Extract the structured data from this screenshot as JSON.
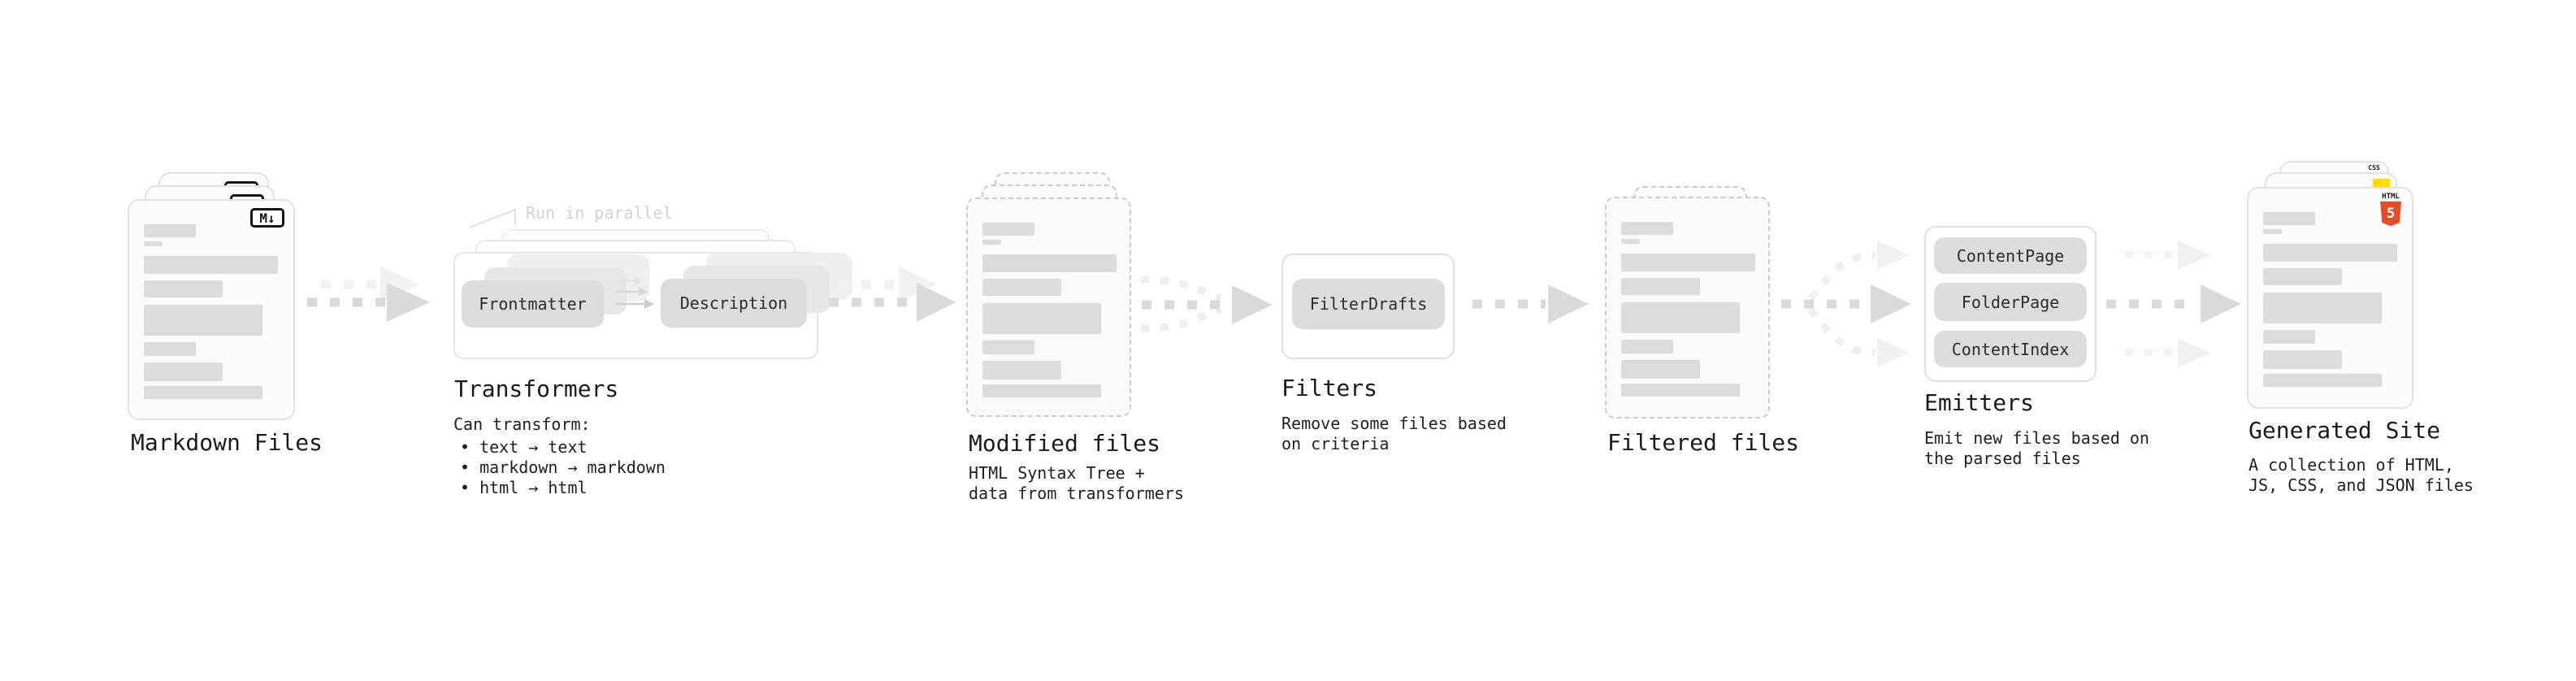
{
  "stages": {
    "markdown": {
      "label": "Markdown Files",
      "badge": "M↓"
    },
    "transformers": {
      "label": "Transformers",
      "annotation": "Run in parallel",
      "pill_from": "Frontmatter",
      "pill_to": "Description",
      "desc_title": "Can transform:",
      "bullets": [
        "• text → text",
        "• markdown → markdown",
        "• html → html"
      ]
    },
    "modified": {
      "label": "Modified files",
      "desc": [
        "HTML Syntax Tree +",
        "data from transformers"
      ]
    },
    "filters": {
      "label": "Filters",
      "pill": "FilterDrafts",
      "desc": [
        "Remove some files based",
        "on criteria"
      ]
    },
    "filtered": {
      "label": "Filtered files"
    },
    "emitters": {
      "label": "Emitters",
      "pills": [
        "ContentPage",
        "FolderPage",
        "ContentIndex"
      ],
      "desc": [
        "Emit new files based on",
        "the parsed files"
      ]
    },
    "generated": {
      "label": "Generated Site",
      "desc": [
        "A collection of HTML,",
        "JS, CSS, and JSON files"
      ],
      "css_badge": "CSS",
      "html_badge_label": "HTML",
      "html_badge_number": "5"
    }
  },
  "doc_bars": [
    [
      18,
      29,
      64,
      16
    ],
    [
      18,
      50,
      23,
      6
    ],
    [
      18,
      68,
      165,
      22
    ],
    [
      18,
      98,
      97,
      21
    ],
    [
      18,
      128,
      146,
      38
    ],
    [
      18,
      174,
      64,
      17
    ],
    [
      18,
      199,
      97,
      23
    ],
    [
      18,
      228,
      146,
      16
    ]
  ],
  "colors": {
    "html5_orange": "#e44d26",
    "js_yellow": "#ffde00",
    "css_blue": "#2965f1",
    "pill_gray": "#dcdcdc",
    "bar_gray": "#dcdcdc",
    "arrow_gray": "#d9d9d9",
    "arrow_light": "#f0f0f0",
    "heading_text": "#1b1b1b",
    "annotation_gray": "#d2d2d2"
  }
}
